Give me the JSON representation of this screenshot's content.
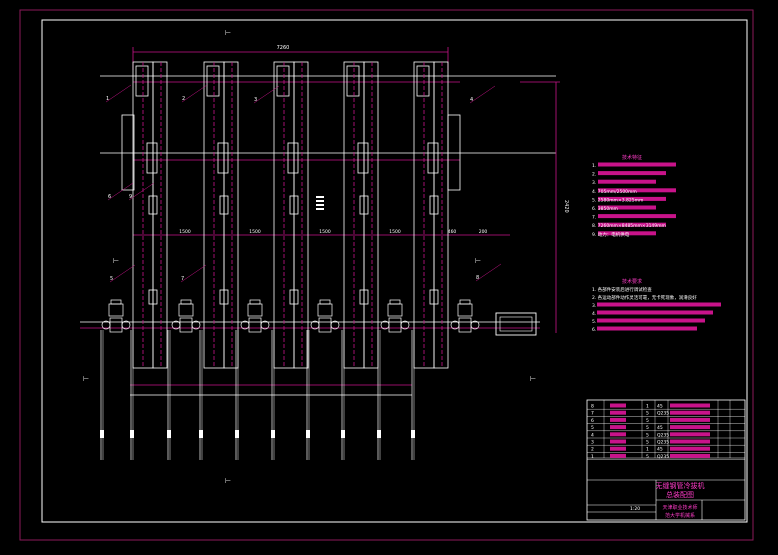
{
  "colors": {
    "background": "#000000",
    "frame": "#8b1a5a",
    "line": "#ffffff",
    "accent": "#c8138a",
    "accent_light": "#ff3cc8"
  },
  "drawing": {
    "section_marks": [
      "⊢",
      "⊢",
      "⊢",
      "⊢",
      "⊢",
      "⊢"
    ],
    "top_dimension": "7260",
    "right_dimension": "2420",
    "middle_dimensions": [
      "1500",
      "1500",
      "1500",
      "1500",
      "460",
      "200"
    ],
    "part_numbers": [
      "1",
      "2",
      "3",
      "4",
      "5",
      "6",
      "7",
      "8",
      "9"
    ]
  },
  "notes": {
    "spec_heading": "技术特征",
    "spec_lines": [
      "1.",
      "2.",
      "3.",
      "4.                     705mm/2500mm",
      "5.                    2580mm×3.825mm",
      "6.                    3850mm",
      "7.",
      "8.                    7260mm×8485mm×3149mm",
      "9. 动力：电机供电"
    ],
    "req_heading": "技术要求",
    "req_lines": [
      "1. 各部件安装后进行调试检查",
      "2. 各运动部件动作灵活可靠，无卡死现象，润滑良好",
      "3.",
      "4.",
      "5.",
      "6."
    ]
  },
  "title_block": {
    "item_rows": [
      {
        "no": "8",
        "qty": "1",
        "mat": "45"
      },
      {
        "no": "7",
        "qty": "5",
        "mat": "Q235"
      },
      {
        "no": "6",
        "qty": "5",
        "mat": ""
      },
      {
        "no": "5",
        "qty": "5",
        "mat": "45"
      },
      {
        "no": "4",
        "qty": "5",
        "mat": "Q235"
      },
      {
        "no": "3",
        "qty": "5",
        "mat": "Q235"
      },
      {
        "no": "2",
        "qty": "1",
        "mat": "45"
      },
      {
        "no": "1",
        "qty": "5",
        "mat": "Q235"
      }
    ],
    "title_line1": "无缝钢管冷拔机",
    "title_line2": "总装配图",
    "school_line1": "天津职业技术师",
    "school_line2": "范大学机械系",
    "scale": "1:20"
  }
}
